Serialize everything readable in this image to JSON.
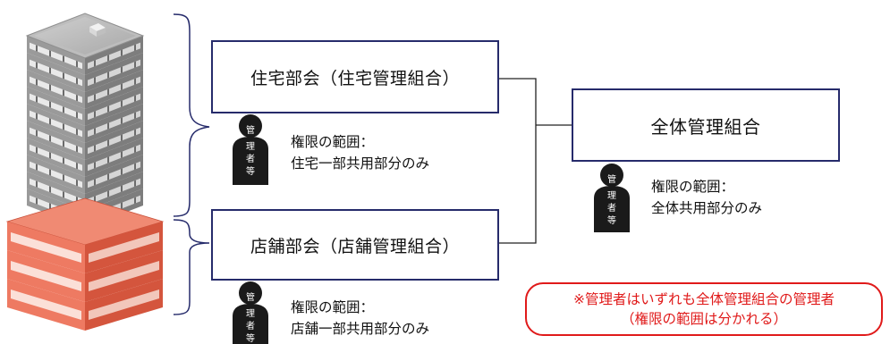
{
  "colors": {
    "box_border": "#262b6b",
    "connector": "#222222",
    "note_red": "#e01a1a",
    "residential_floors": "#8c8c8c",
    "shop_floors": "#e5674f",
    "icon_fill": "#1a1a1a"
  },
  "residential": {
    "box_label": "住宅部会（住宅管理組合）",
    "permission": {
      "label": "権限の範囲：",
      "scope": "住宅一部共用部分のみ"
    }
  },
  "shop": {
    "box_label": "店舗部会（店舗管理組合）",
    "permission": {
      "label": "権限の範囲：",
      "scope": "店舗一部共用部分のみ"
    }
  },
  "whole": {
    "box_label": "全体管理組合",
    "permission": {
      "label": "権限の範囲：",
      "scope": "全体共用部分のみ"
    }
  },
  "manager_icon": {
    "chars": [
      "管",
      "理",
      "者",
      "等"
    ]
  },
  "note": {
    "line1": "※管理者はいずれも全体管理組合の管理者",
    "line2": "（権限の範囲は分かれる）"
  },
  "icons": {
    "building": "building-icon",
    "manager": "person-manager-icon",
    "brace": "curly-brace-icon"
  }
}
